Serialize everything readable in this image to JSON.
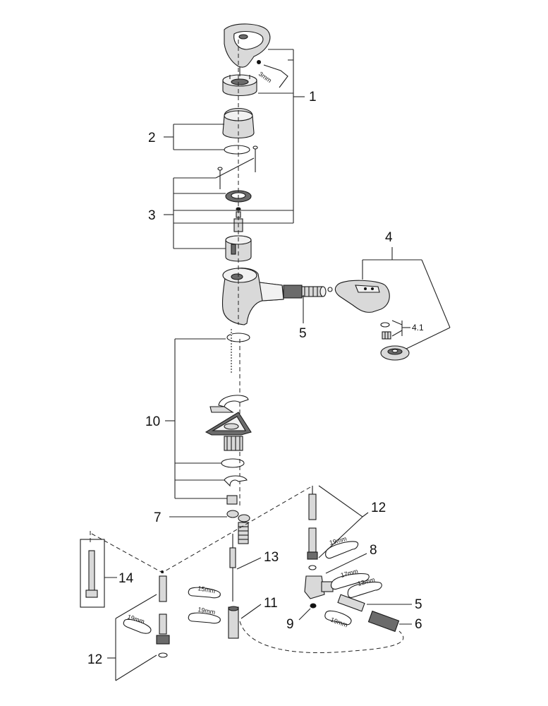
{
  "diagram": {
    "callouts": {
      "c1": "1",
      "c2": "2",
      "c3": "3",
      "c4": "4",
      "c4_1": "4.1",
      "c5_top": "5",
      "c5_bottom": "5",
      "c6": "6",
      "c7": "7",
      "c8": "8",
      "c9": "9",
      "c10": "10",
      "c11": "11",
      "c12_right": "12",
      "c12_left": "12",
      "c13": "13",
      "c14": "14"
    },
    "tool_sizes": {
      "hex_key": "3mm",
      "wrench_19_a": "19mm",
      "wrench_17": "17mm",
      "wrench_13": "13mm",
      "wrench_19_b": "19mm",
      "wrench_15": "15mm",
      "wrench_19_c": "19mm",
      "wrench_19_d": "19mm"
    }
  }
}
